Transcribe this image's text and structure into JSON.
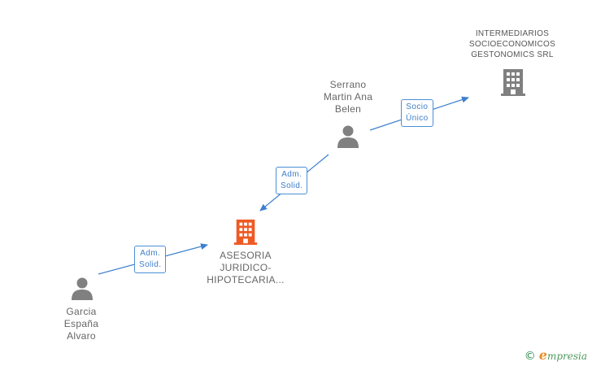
{
  "colors": {
    "edge": "#3d7fcf",
    "person": "#808080",
    "company_gray": "#808080",
    "company_main": "#ef5a24"
  },
  "nodes": {
    "serrano": {
      "lines": [
        "Serrano",
        "Martin Ana",
        "Belen"
      ],
      "icon": "person-icon"
    },
    "intermediarios": {
      "lines": [
        "INTERMEDIARIOS",
        "SOCIOECONOMICOS",
        "GESTONOMICS SRL"
      ],
      "icon": "building-icon"
    },
    "asesoria": {
      "lines": [
        "ASESORIA",
        "JURIDICO-",
        "HIPOTECARIA..."
      ],
      "icon": "building-icon"
    },
    "garcia": {
      "lines": [
        "Garcia",
        "España",
        "Alvaro"
      ],
      "icon": "person-icon"
    }
  },
  "edges": {
    "socio_unico": {
      "lines": [
        "Socio",
        "Único"
      ]
    },
    "adm_solid_1": {
      "lines": [
        "Adm.",
        "Solid."
      ]
    },
    "adm_solid_2": {
      "lines": [
        "Adm.",
        "Solid."
      ]
    }
  },
  "brand": {
    "copyright": "©",
    "name_initial": "e",
    "name_rest": "mpresia"
  }
}
